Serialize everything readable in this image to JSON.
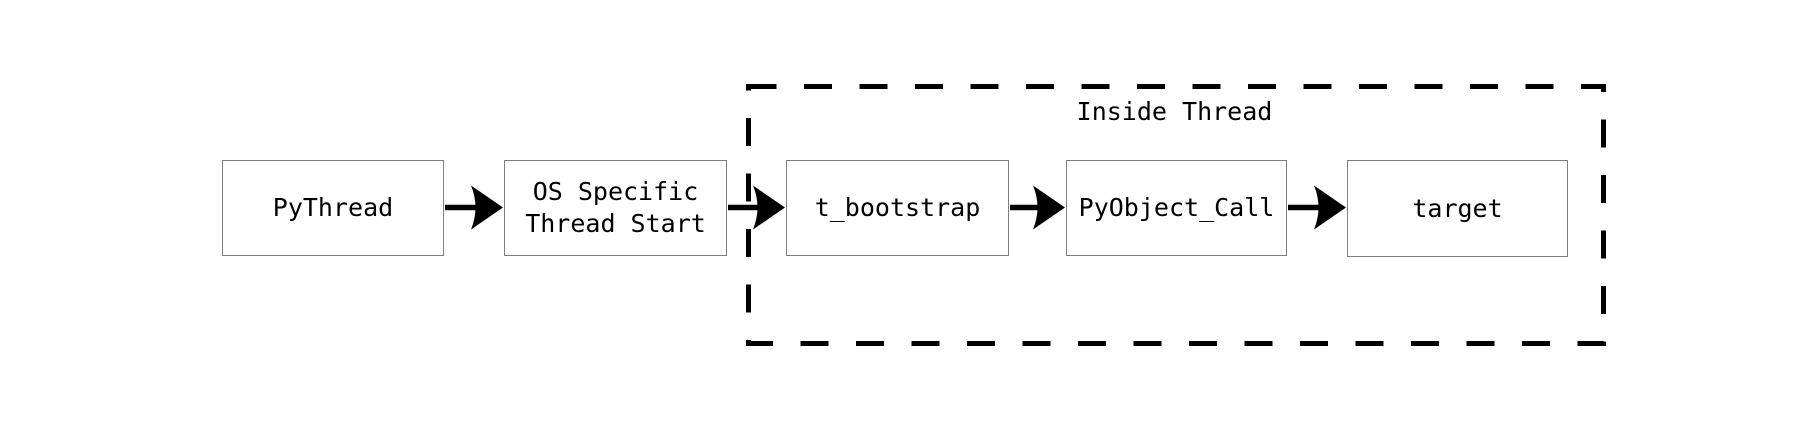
{
  "diagram": {
    "container": {
      "label": "Inside Thread"
    },
    "nodes": [
      {
        "label": "PyThread"
      },
      {
        "label": "OS Specific\nThread Start"
      },
      {
        "label": "t_bootstrap"
      },
      {
        "label": "PyObject_Call"
      },
      {
        "label": "target"
      }
    ],
    "edges": [
      {
        "from": "PyThread",
        "to": "OS Specific Thread Start"
      },
      {
        "from": "OS Specific Thread Start",
        "to": "t_bootstrap"
      },
      {
        "from": "t_bootstrap",
        "to": "PyObject_Call"
      },
      {
        "from": "PyObject_Call",
        "to": "target"
      }
    ],
    "colors": {
      "background": "#ffffff",
      "line": "#000000",
      "box_border": "#7f7f7f",
      "text": "#000000"
    }
  }
}
